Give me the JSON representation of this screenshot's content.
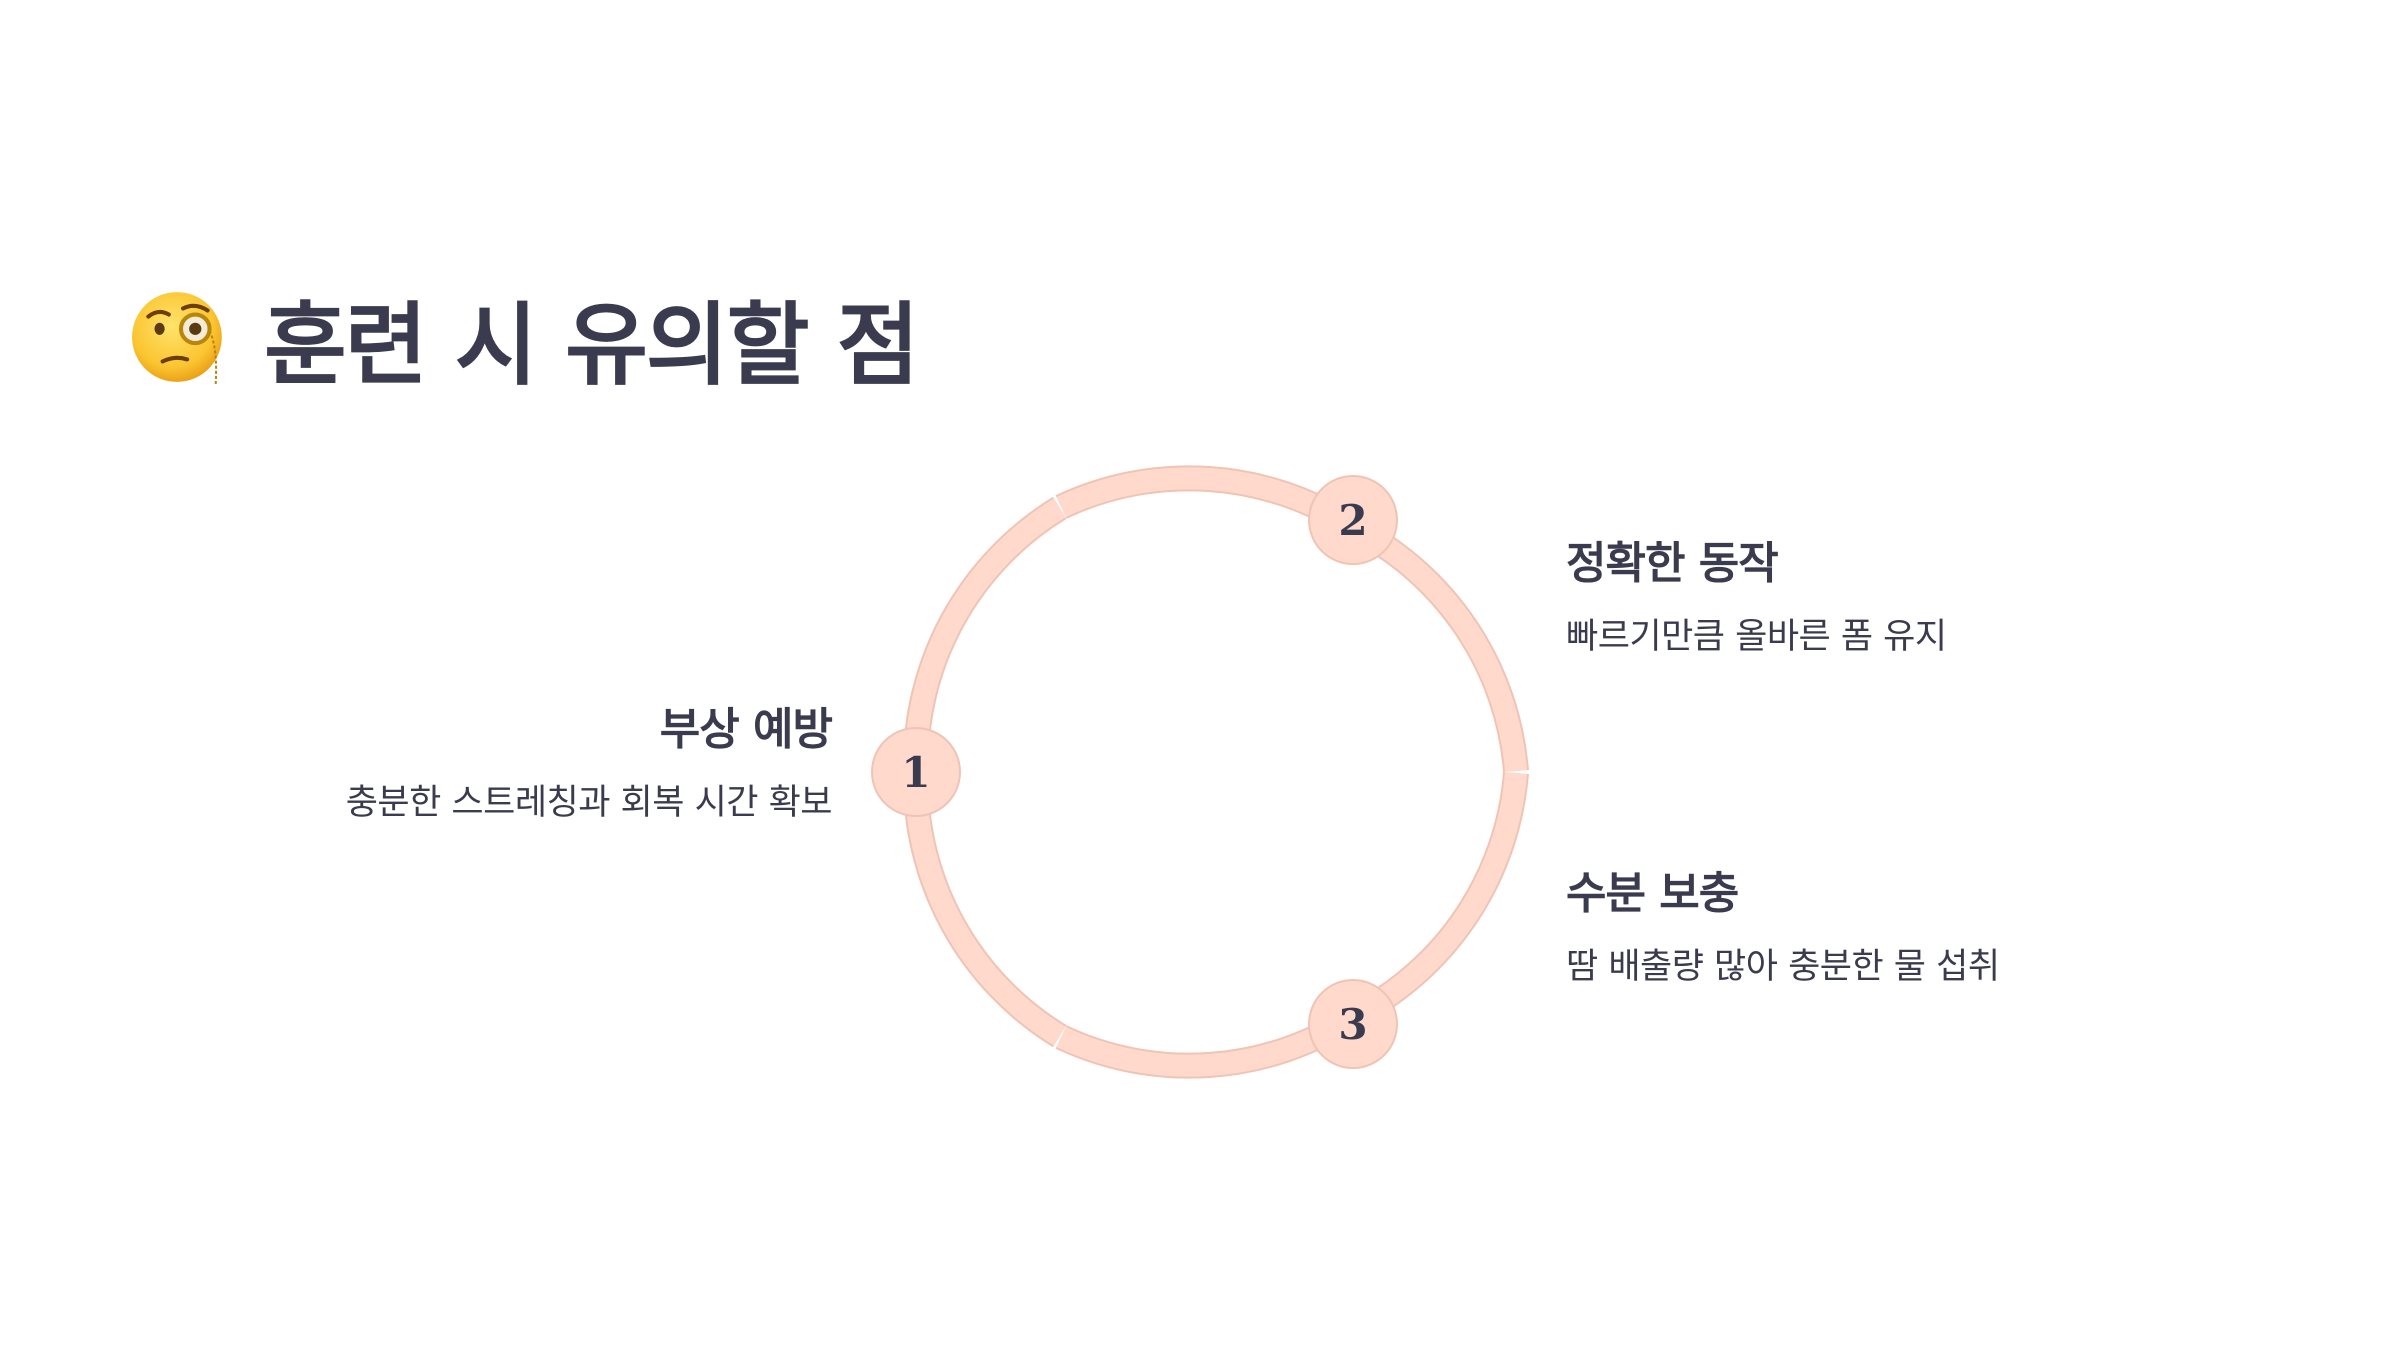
{
  "slide": {
    "title": "훈련 시 유의할 점",
    "title_icon": "face-with-monocle-icon"
  },
  "colors": {
    "ring": "#ffd9cc",
    "ring_stroke": "#f0c4b5",
    "text": "#3b3b4f",
    "background": "#ffffff"
  },
  "steps": [
    {
      "number": "1",
      "title": "부상 예방",
      "description": "충분한 스트레칭과 회복 시간 확보"
    },
    {
      "number": "2",
      "title": "정확한 동작",
      "description": "빠르기만큼 올바른 폼 유지"
    },
    {
      "number": "3",
      "title": "수분 보충",
      "description": "땀 배출량 많아 충분한 물 섭취"
    }
  ]
}
